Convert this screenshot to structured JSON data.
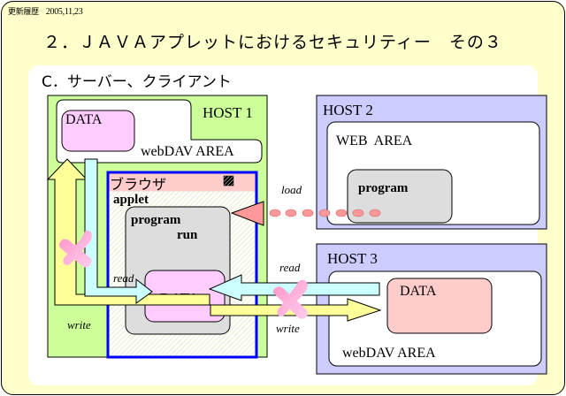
{
  "header": {
    "label": "更新履歴",
    "date": "2005,11,23"
  },
  "title": "２．ＪＡＶＡアプレットにおけるセキュリティー　その３",
  "subtitle": "C．サーバー、クライアント",
  "diagram": {
    "host1": {
      "label": "HOST 1",
      "webdav_area": "webDAV AREA",
      "data": "DATA",
      "browser": {
        "label": "ブラウザ",
        "applet": "applet",
        "program_label": "program",
        "run_label": "run",
        "data": "DATA"
      },
      "read_label": "read",
      "write_label": "write"
    },
    "host2": {
      "label": "HOST 2",
      "web_area": "WEB  AREA",
      "program": "program"
    },
    "host3": {
      "label": "HOST 3",
      "data": "DATA",
      "webdav_area": "webDAV AREA"
    },
    "load_label": "load",
    "read_label": "read",
    "write_label": "write",
    "colors": {
      "slide_bg": "#ffffcc",
      "host1_bg": "#ccff99",
      "host_bg": "#ccccff",
      "data_pink": "#ffccff",
      "data_salmon": "#ffcccc",
      "browser_border": "#0000ff",
      "browser_title": "#ffcccc",
      "program_gray": "#dddddd",
      "read_arrow": "#ccffff",
      "write_arrow": "#ffff99",
      "deny_mark": "#ff99cc",
      "load_arrow": "#ff9999"
    }
  }
}
